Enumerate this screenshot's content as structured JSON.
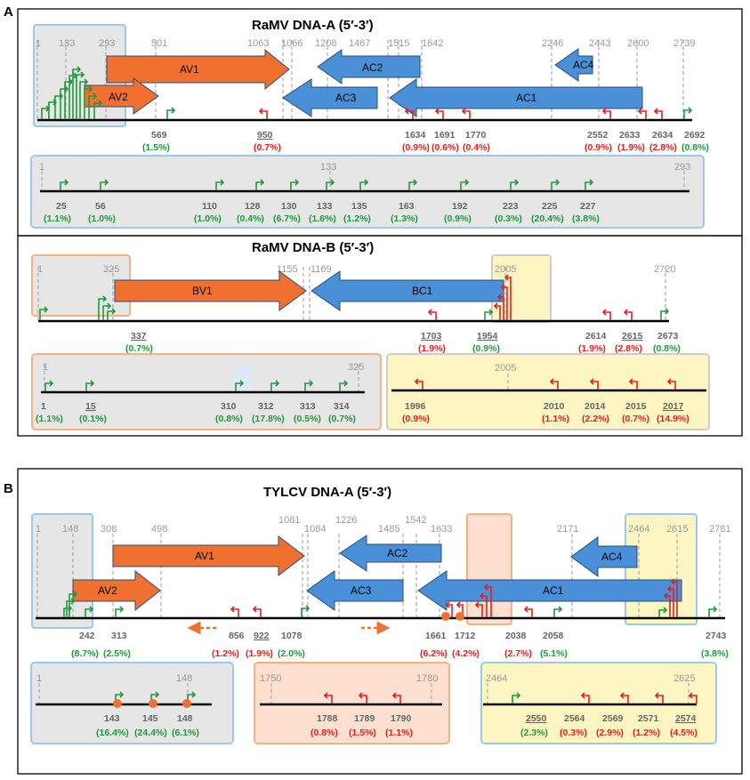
{
  "panels": {
    "A": "A",
    "B": "B"
  },
  "titles": {
    "ramv_a": "RaMV DNA-A (5′-3′)",
    "ramv_b": "RaMV DNA-B (5′-3′)",
    "tylcv_a": "TYLCV  DNA-A (5′-3′)"
  },
  "colors": {
    "forward_tss": "#1f9a3a",
    "reverse_tss": "#e02020",
    "forward_gene": "#f07030",
    "reverse_gene": "#4a90d9",
    "zoom_blue": "#9cc8ee",
    "zoom_orange": "#f4b183",
    "zoom_yellow": "#fdf6c3",
    "zoom_grey": "#e6e6e6"
  },
  "ramv_a": {
    "positions": [
      "1",
      "133",
      "293",
      "501",
      "1063",
      "1066",
      "1208",
      "1467",
      "1515",
      "1642",
      "2246",
      "2443",
      "2600",
      "2739"
    ],
    "genes": [
      "AV1",
      "AV2",
      "AC2",
      "AC4",
      "AC3",
      "AC1"
    ],
    "sites": [
      {
        "pos": "569",
        "pct": "(1.5%)",
        "c": "g"
      },
      {
        "pos": "950",
        "pct": "(0.7%)",
        "c": "r"
      },
      {
        "pos": "1634",
        "pct": "(0.9%)",
        "c": "r"
      },
      {
        "pos": "1691",
        "pct": "(0.6%)",
        "c": "r"
      },
      {
        "pos": "1770",
        "pct": "(0.4%)",
        "c": "r"
      },
      {
        "pos": "2552",
        "pct": "(0.9%)",
        "c": "r"
      },
      {
        "pos": "2633",
        "pct": "(1.9%)",
        "c": "r"
      },
      {
        "pos": "2634",
        "pct": "(2.8%)",
        "c": "r"
      },
      {
        "pos": "2692",
        "pct": "(0.8%)",
        "c": "g"
      }
    ],
    "zoom_positions": [
      "1",
      "133",
      "293"
    ],
    "zoom_sites": [
      {
        "pos": "25",
        "pct": "(1.1%)"
      },
      {
        "pos": "56",
        "pct": "(1.0%)"
      },
      {
        "pos": "110",
        "pct": "(1.0%)"
      },
      {
        "pos": "128",
        "pct": "(0.4%)"
      },
      {
        "pos": "130",
        "pct": "(6.7%)"
      },
      {
        "pos": "133",
        "pct": "(1.6%)"
      },
      {
        "pos": "135",
        "pct": "(1.2%)"
      },
      {
        "pos": "163",
        "pct": "(1.3%)"
      },
      {
        "pos": "192",
        "pct": "(0.9%)"
      },
      {
        "pos": "223",
        "pct": "(0.3%)"
      },
      {
        "pos": "225",
        "pct": "(20.4%)"
      },
      {
        "pos": "227",
        "pct": "(3.8%)"
      }
    ]
  },
  "ramv_b": {
    "positions": [
      "1",
      "325",
      "1155",
      "1169",
      "2005",
      "2720"
    ],
    "genes": [
      "BV1",
      "BC1"
    ],
    "sites": [
      {
        "pos": "337",
        "pct": "(0.7%)",
        "c": "g"
      },
      {
        "pos": "1703",
        "pct": "(1.9%)",
        "c": "r"
      },
      {
        "pos": "1954",
        "pct": "(0.9%)",
        "c": "g"
      },
      {
        "pos": "2614",
        "pct": "(1.9%)",
        "c": "r"
      },
      {
        "pos": "2615",
        "pct": "(2.8%)",
        "c": "r"
      },
      {
        "pos": "2673",
        "pct": "(0.8%)",
        "c": "g"
      }
    ],
    "zoom1_positions": [
      "1",
      "325"
    ],
    "zoom1_sites": [
      {
        "pos": "1",
        "pct": "(1.1%)"
      },
      {
        "pos": "15",
        "pct": "(0.1%)"
      },
      {
        "pos": "310",
        "pct": "(0.8%)"
      },
      {
        "pos": "312",
        "pct": "(17.8%)"
      },
      {
        "pos": "313",
        "pct": "(0.5%)"
      },
      {
        "pos": "314",
        "pct": "(0.7%)"
      }
    ],
    "zoom2_positions": [
      "2005"
    ],
    "zoom2_sites": [
      {
        "pos": "1996",
        "pct": "(0.9%)"
      },
      {
        "pos": "2010",
        "pct": "(1.1%)"
      },
      {
        "pos": "2014",
        "pct": "(2.2%)"
      },
      {
        "pos": "2015",
        "pct": "(0.7%)"
      },
      {
        "pos": "2017",
        "pct": "(14.9%)"
      }
    ]
  },
  "tylcv_a": {
    "positions": [
      "1",
      "148",
      "308",
      "498",
      "1081",
      "1084",
      "1226",
      "1485",
      "1542",
      "1633",
      "2171",
      "2464",
      "2615",
      "2781"
    ],
    "genes": [
      "AV1",
      "AV2",
      "AC2",
      "AC3",
      "AC4",
      "AC1"
    ],
    "sites": [
      {
        "pos": "242",
        "pct": "(8.7%)",
        "c": "g"
      },
      {
        "pos": "313",
        "pct": "(2.5%)",
        "c": "g"
      },
      {
        "pos": "856",
        "pct": "(1.2%)",
        "c": "r"
      },
      {
        "pos": "922",
        "pct": "(1.9%)",
        "c": "r"
      },
      {
        "pos": "1078",
        "pct": "(2.0%)",
        "c": "g"
      },
      {
        "pos": "1661",
        "pct": "(6.2%)",
        "c": "r"
      },
      {
        "pos": "1712",
        "pct": "(4.2%)",
        "c": "r"
      },
      {
        "pos": "2038",
        "pct": "(2.7%)",
        "c": "r"
      },
      {
        "pos": "2058",
        "pct": "(5.1%)",
        "c": "g"
      },
      {
        "pos": "2743",
        "pct": "(3.8%)",
        "c": "g"
      }
    ],
    "zoom1_positions": [
      "1",
      "148"
    ],
    "zoom1_sites": [
      {
        "pos": "143",
        "pct": "(16.4%)"
      },
      {
        "pos": "145",
        "pct": "(24.4%)"
      },
      {
        "pos": "148",
        "pct": "(6.1%)"
      }
    ],
    "zoom2_positions": [
      "1750",
      "1780"
    ],
    "zoom2_sites": [
      {
        "pos": "1788",
        "pct": "(0.8%)"
      },
      {
        "pos": "1789",
        "pct": "(1.5%)"
      },
      {
        "pos": "1790",
        "pct": "(1.1%)"
      }
    ],
    "zoom3_positions": [
      "2464",
      "2625"
    ],
    "zoom3_sites": [
      {
        "pos": "2550",
        "pct": "(2.3%)",
        "c": "g"
      },
      {
        "pos": "2564",
        "pct": "(0.3%)",
        "c": "r"
      },
      {
        "pos": "2569",
        "pct": "(2.9%)",
        "c": "r"
      },
      {
        "pos": "2571",
        "pct": "(1.2%)",
        "c": "r"
      },
      {
        "pos": "2574",
        "pct": "(4.5%)",
        "c": "r"
      }
    ]
  }
}
